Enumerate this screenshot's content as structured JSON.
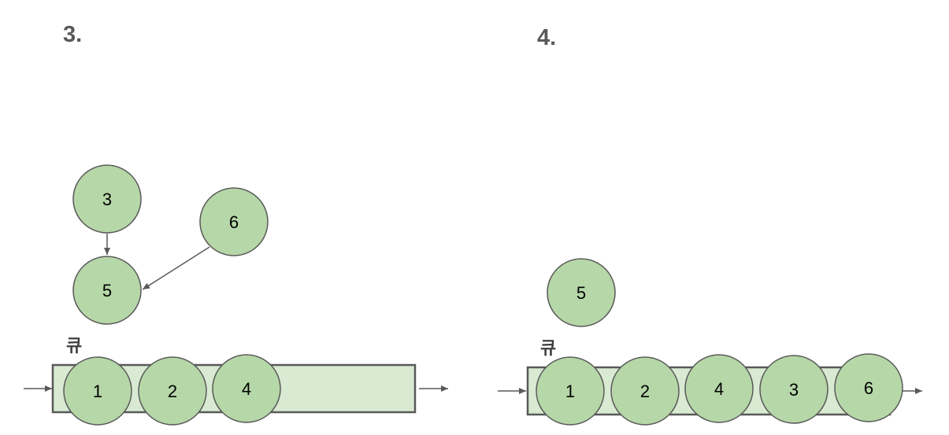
{
  "panels": [
    {
      "label": "3.",
      "queue_label": "큐",
      "queue_nodes": [
        "1",
        "2",
        "4"
      ],
      "graph_nodes": [
        "3",
        "6",
        "5"
      ],
      "edges": [
        [
          "3",
          "5"
        ],
        [
          "6",
          "5"
        ]
      ]
    },
    {
      "label": "4.",
      "queue_label": "큐",
      "queue_nodes": [
        "1",
        "2",
        "4",
        "3",
        "6"
      ],
      "graph_nodes": [
        "5"
      ],
      "edges": []
    }
  ],
  "colors": {
    "node_fill": "#b6d7a8",
    "queue_fill": "#d9ead3",
    "stroke": "#595959",
    "label": "#595959"
  }
}
